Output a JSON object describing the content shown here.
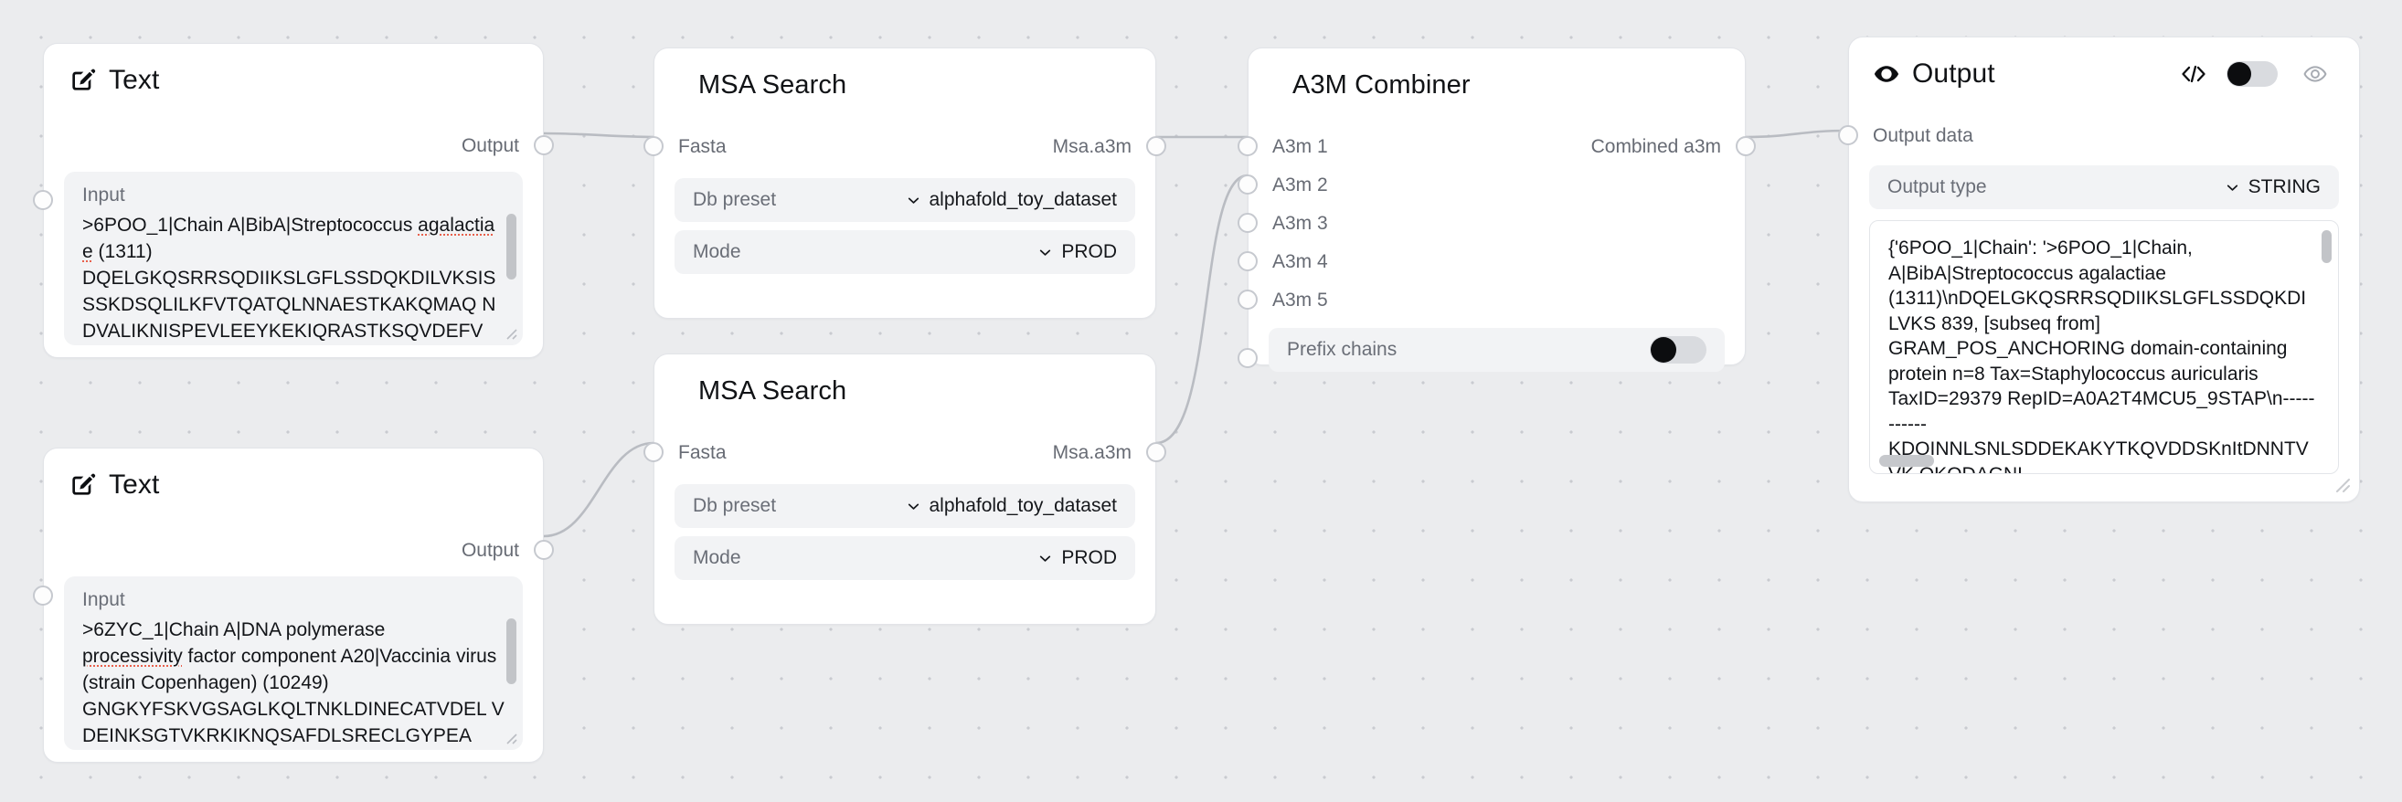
{
  "canvas": {
    "background_color": "#ebecee",
    "grid_dot_color": "#c9cbd0",
    "edge_color": "#b9bcc2"
  },
  "nodes": {
    "text_1": {
      "title": "Text",
      "icon": "edit-pencil-square-icon",
      "output_port_label": "Output",
      "input_label": "Input",
      "value_head": ">6POO_1|Chain A|BibA|Streptococcus ",
      "value_squiggly": "agalactiae",
      "value_tail": " (1311)\nDQELGKQSRRSQDIIKSLGFLSSDQKDILVKSIS SSKDSQLILKFVTQATQLNNAESTKAKQMAQ NDVALIKNISPEVLEEYKEKIQRASTKSQVDEFV"
    },
    "text_2": {
      "title": "Text",
      "icon": "edit-pencil-square-icon",
      "output_port_label": "Output",
      "input_label": "Input",
      "value_head": ">6ZYC_1|Chain A|DNA polymerase\n",
      "value_squiggly": "processivity",
      "value_tail": " factor component A20|Vaccinia virus (strain Copenhagen) (10249)\nGNGKYFSKVGSAGLKQLTNKLDINECATVDEL VDEINKSGTVKRKIKNQSAFDLSRECLGYPEA"
    },
    "msa_search_1": {
      "title": "MSA Search",
      "input_port_label": "Fasta",
      "output_port_label": "Msa.a3m",
      "fields": [
        {
          "label": "Db preset",
          "value": "alphafold_toy_dataset",
          "control": "select"
        },
        {
          "label": "Mode",
          "value": "PROD",
          "control": "select"
        }
      ]
    },
    "msa_search_2": {
      "title": "MSA Search",
      "input_port_label": "Fasta",
      "output_port_label": "Msa.a3m",
      "fields": [
        {
          "label": "Db preset",
          "value": "alphafold_toy_dataset",
          "control": "select"
        },
        {
          "label": "Mode",
          "value": "PROD",
          "control": "select"
        }
      ]
    },
    "a3m_combiner": {
      "title": "A3M Combiner",
      "inputs": [
        "A3m 1",
        "A3m 2",
        "A3m 3",
        "A3m 4",
        "A3m 5"
      ],
      "output_port_label": "Combined a3m",
      "toggle_field": {
        "label": "Prefix chains",
        "value": "off"
      }
    },
    "output": {
      "title": "Output",
      "icon": "eye-filled-icon",
      "code_icon": "code-brackets-icon",
      "toggle": "off",
      "preview_icon": "eye-outline-icon",
      "input_port_label": "Output data",
      "type_field": {
        "label": "Output type",
        "value": "STRING"
      },
      "data_text": "{'6POO_1|Chain': '>6POO_1|Chain, A|BibA|Streptococcus agalactiae (1311)\\nDQELGKQSRRSQDIIKSLGFLSSDQKDILVKS 839, [subseq from] GRAM_POS_ANCHORING domain-containing protein n=8 Tax=Staphylococcus auricularis TaxID=29379 RepID=A0A2T4MCU5_9STAP\\n----------- KDQINNLSNLSDDEKAKYTKQVDDSKnItDNNTVVK QKQDAGNL-"
    }
  }
}
